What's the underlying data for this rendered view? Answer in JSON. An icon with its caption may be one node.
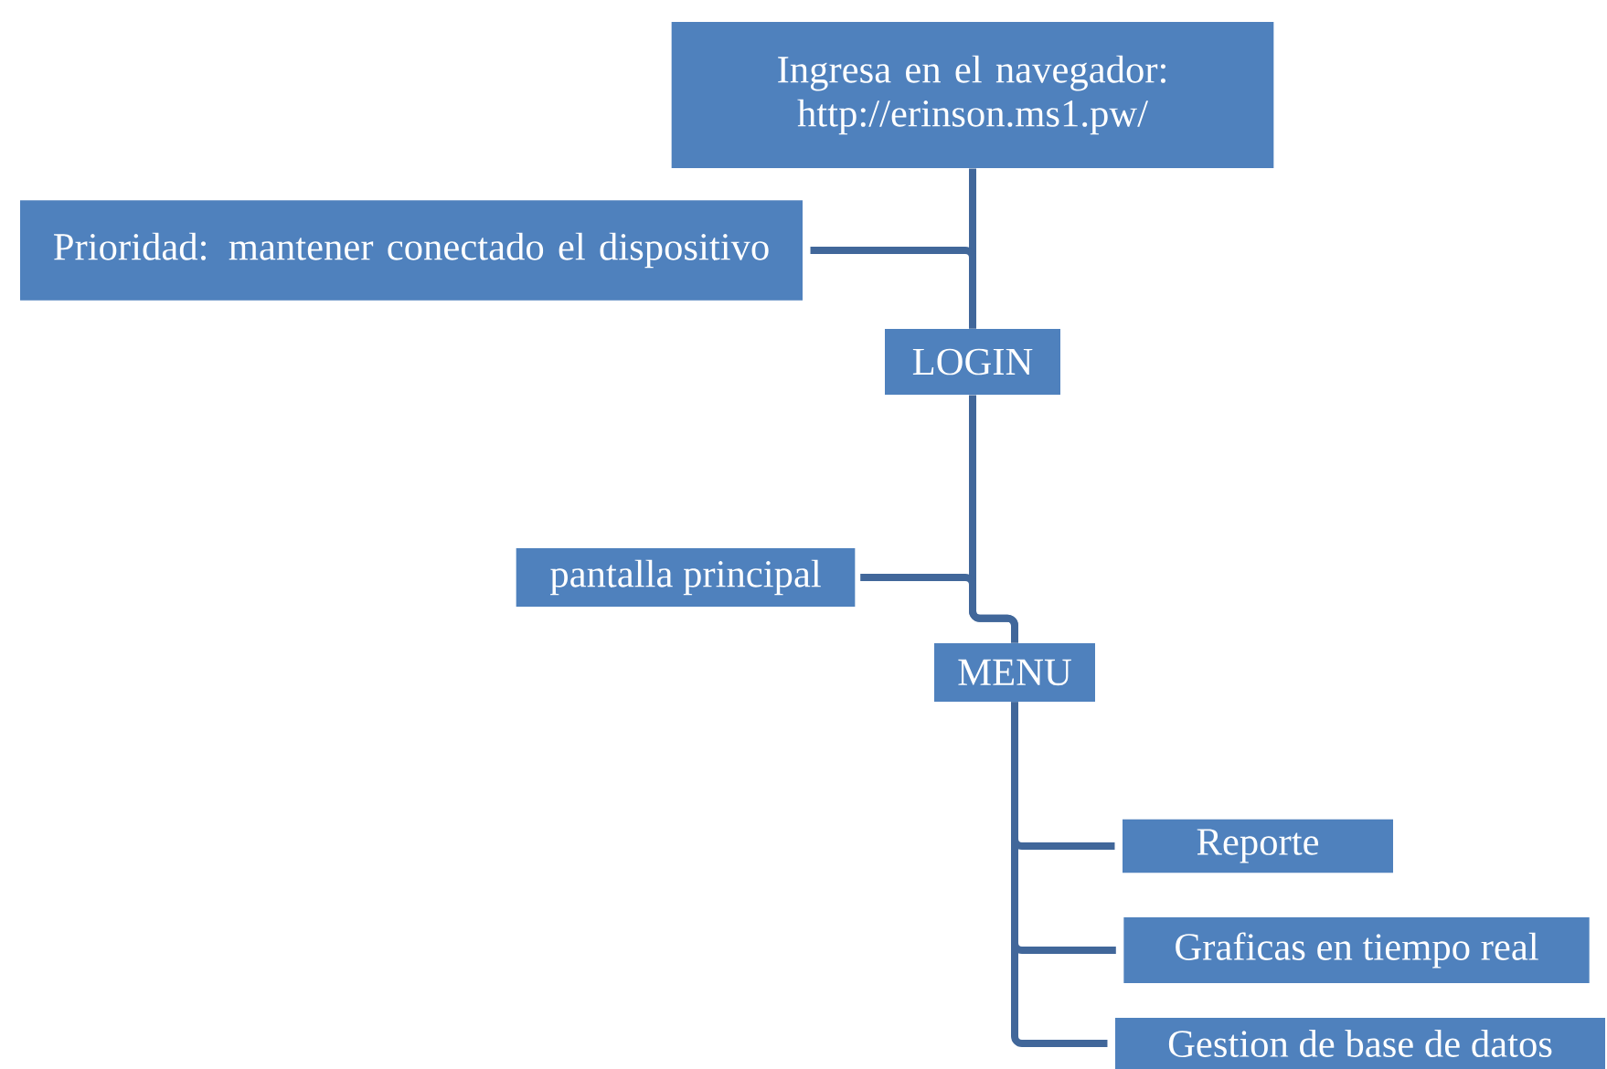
{
  "diagram": {
    "nodes": [
      {
        "text": [
          "Ingresa en el navegador: http://erinson.ms1.pw/"
        ]
      },
      {
        "text": [
          "Prioridad: mantener conectado el dispositivo"
        ]
      },
      {
        "text": [
          "LOGIN"
        ]
      },
      {
        "text": [
          "pantalla principal"
        ]
      },
      {
        "text": [
          "MENU"
        ]
      },
      {
        "text": [
          "Reporte"
        ]
      },
      {
        "text": [
          "Graficas en tiempo real"
        ]
      },
      {
        "text": [
          "Gestion de base de datos"
        ]
      }
    ],
    "edges": [
      {
        "from": 0,
        "to": 2,
        "arrow": "none"
      },
      {
        "from": 1,
        "to": 2,
        "arrow": "none"
      },
      {
        "from": 2,
        "to": 4,
        "arrow": "none"
      },
      {
        "from": 3,
        "to": 4,
        "arrow": "none"
      },
      {
        "from": 4,
        "to": 5,
        "arrow": "none"
      },
      {
        "from": 4,
        "to": 6,
        "arrow": "none"
      },
      {
        "from": 4,
        "to": 7,
        "arrow": "none"
      }
    ]
  }
}
